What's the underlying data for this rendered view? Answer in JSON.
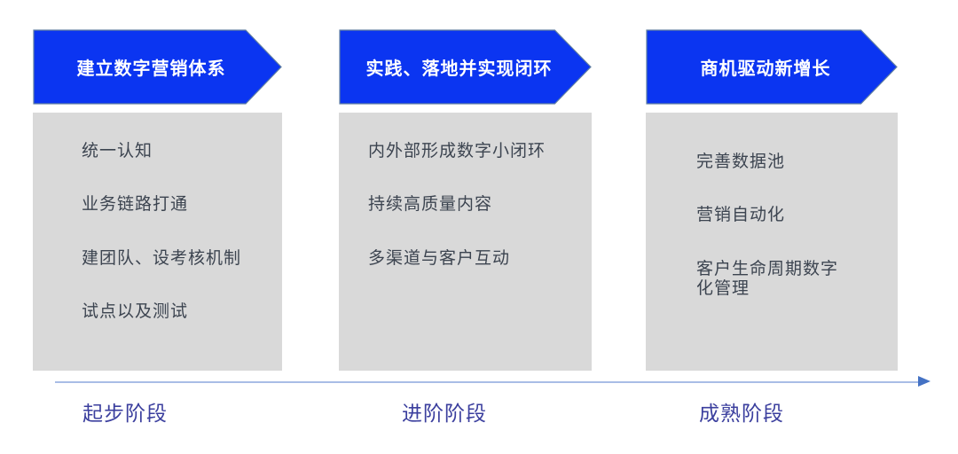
{
  "colors": {
    "banner-blue": "#0b35f1",
    "banner-stroke": "#5f7ea1",
    "box-gray": "#d9d9d9",
    "item-text": "#3c4450",
    "phase-blue": "#3b3f9e",
    "line-blue": "#a9bde6",
    "head-blue": "#4472c4"
  },
  "stages": [
    {
      "banner": "建立数字营销体系",
      "items": [
        "统一认知",
        "业务链路打通",
        "建团队、设考核机制",
        "试点以及测试"
      ],
      "phase_label": "起步阶段"
    },
    {
      "banner": "实践、落地并实现闭环",
      "items": [
        "内外部形成数字小闭环",
        "持续高质量内容",
        "多渠道与客户互动"
      ],
      "phase_label": "进阶阶段"
    },
    {
      "banner": "商机驱动新增长",
      "items": [
        "完善数据池",
        "营销自动化",
        "客户生命周期数字化管理"
      ],
      "phase_label": "成熟阶段"
    }
  ]
}
